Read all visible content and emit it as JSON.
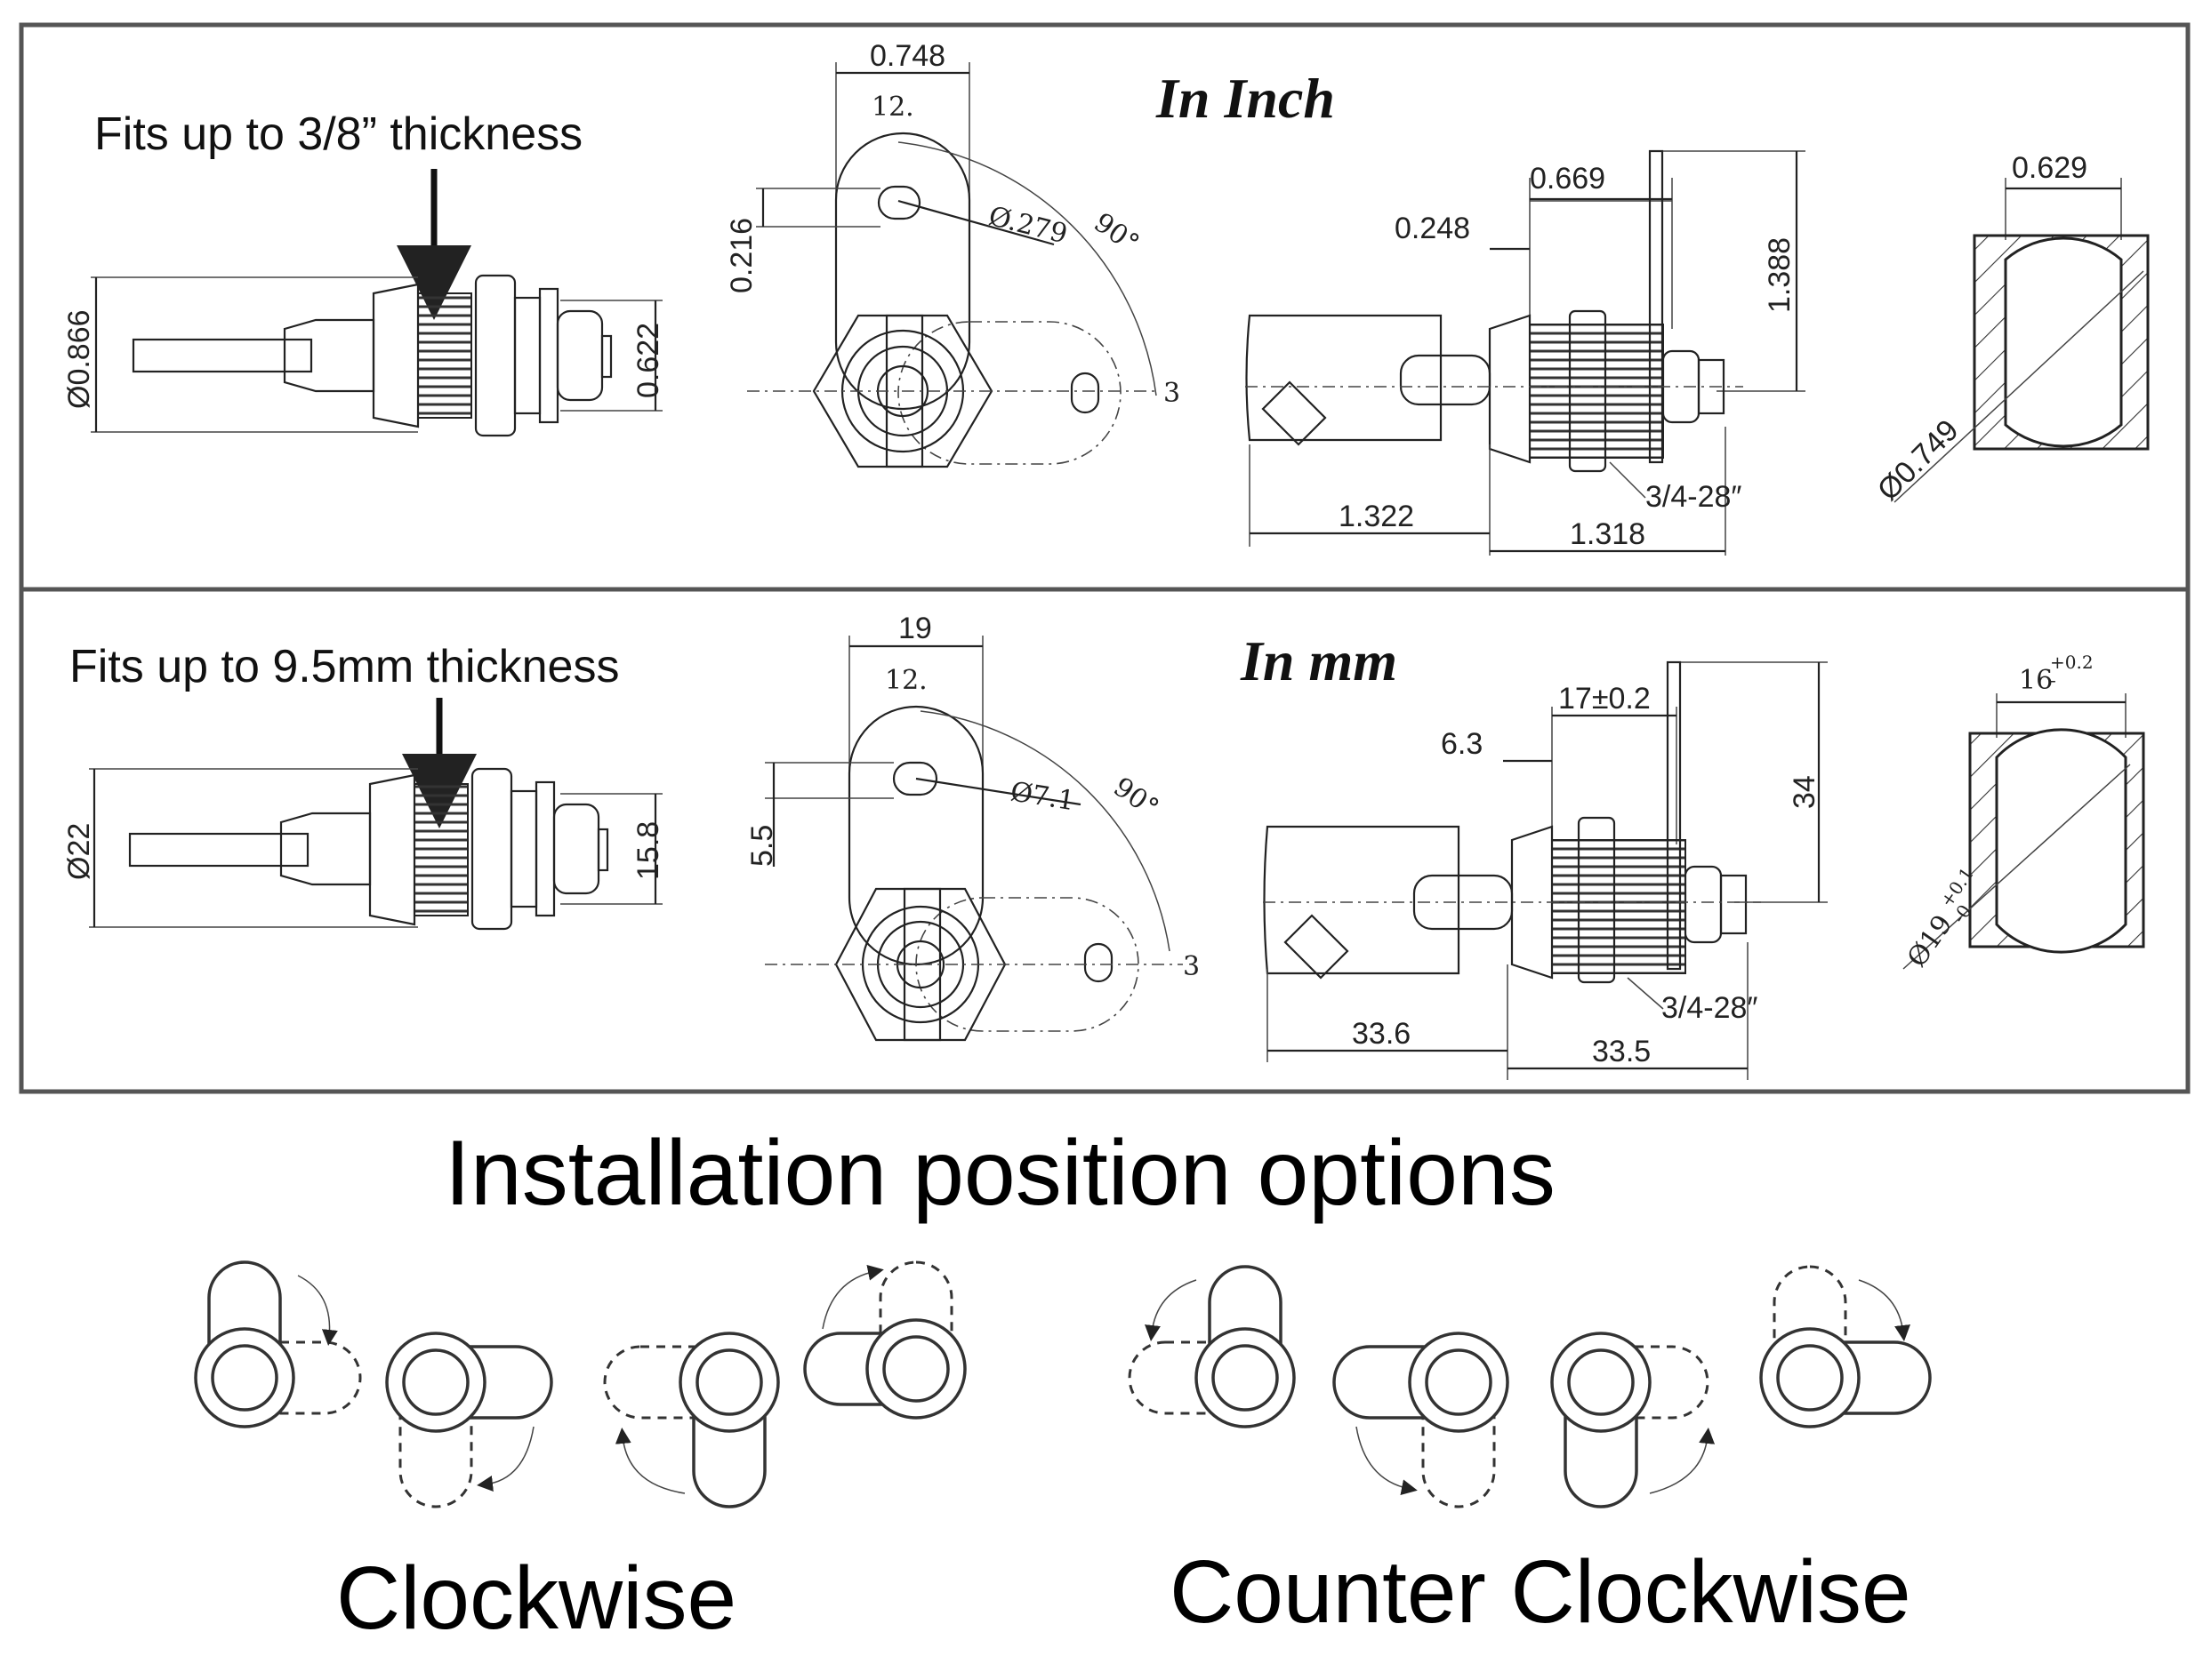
{
  "inch": {
    "unit_title": "In Inch",
    "fits": "Fits up to 3/8” thickness",
    "dims": {
      "body_dia": "Ø0.866",
      "nut_height": "0.622",
      "cam_width": "0.748",
      "cam_inner": "12.",
      "hole_offset": "0.216",
      "hole_dia": "Ø.279",
      "angle": "90°",
      "pos_label": "3",
      "flange_to_body": "0.669",
      "head_gap": "0.248",
      "cam_length": "1.388",
      "thread": "3/4-28″",
      "key_length": "1.322",
      "body_length": "1.318",
      "cutout_width": "0.629",
      "cutout_dia": "Ø0.749"
    }
  },
  "mm": {
    "unit_title": "In mm",
    "fits": "Fits up to 9.5mm thickness",
    "dims": {
      "body_dia": "Ø22",
      "nut_height": "15.8",
      "cam_width": "19",
      "cam_inner": "12.",
      "hole_offset": "5.5",
      "hole_dia": "Ø7.1",
      "angle": "90°",
      "pos_label": "3",
      "flange_to_body": "17±0.2",
      "head_gap": "6.3",
      "cam_length": "34",
      "thread": "3/4-28″",
      "key_length": "33.6",
      "body_length": "33.5",
      "cutout_width": "16",
      "cutout_width_tol": "+0.2",
      "cutout_width_tol2": "-",
      "cutout_dia": "Ø19",
      "cutout_dia_tol": "+0.1",
      "cutout_dia_tol2": "-0"
    }
  },
  "install": {
    "title": "Installation position options",
    "clockwise": "Clockwise",
    "counter_clockwise": "Counter Clockwise"
  }
}
